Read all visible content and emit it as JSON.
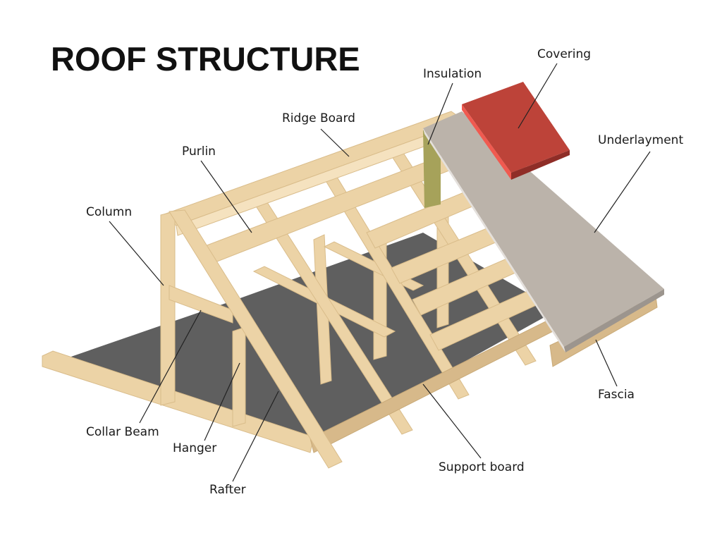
{
  "title": "ROOF STRUCTURE",
  "labels": {
    "covering": "Covering",
    "insulation": "Insulation",
    "ridge_board": "Ridge Board",
    "underlayment": "Underlayment",
    "purlin": "Purlin",
    "column": "Column",
    "collar_beam": "Collar Beam",
    "hanger": "Hanger",
    "rafter": "Rafter",
    "support_board": "Support board",
    "fascia": "Fascia"
  },
  "colors": {
    "wood": "#ecd3a6",
    "floor": "#5f5f5f",
    "underlayment": "#bbb3aa",
    "covering": "#bd4339",
    "insulation": "#a6a25a"
  }
}
